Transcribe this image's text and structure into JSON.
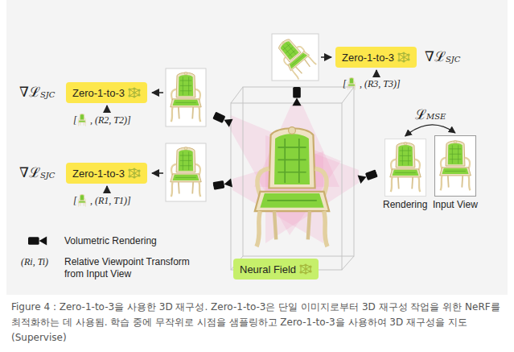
{
  "diagram": {
    "caption": "Figure 4 : Zero-1-to-3을 사용한 3D 재구성. Zero-1-to-3은 단일 이미지로부터 3D 재구성 작업을 위한 NeRF를 최적화하는 데 사용됨. 학습 중에 무작위로 시점을 샘플링하고 Zero-1-to-3을 사용하여 3D 재구성을 지도(Supervise)",
    "nodes": [
      {
        "text": [
          "Zero-1-to-3"
        ]
      },
      {
        "text": [
          "Zero-1-to-3"
        ]
      },
      {
        "text": [
          "Zero-1-to-3"
        ]
      },
      {
        "text": [
          "Rendering"
        ]
      },
      {
        "text": [
          "Input View"
        ]
      },
      {
        "text": [
          "Neural Field"
        ]
      }
    ],
    "edges": [
      {
        "from": 3,
        "to": 4,
        "arrow": "both",
        "label": "ℒMSE"
      }
    ],
    "labels": [
      "∇ℒ",
      "SJC",
      "[",
      ", (R3, T3)]",
      "∇ℒ",
      "SJC",
      "[",
      ", (R2, T2)]",
      "∇ℒ",
      "SJC",
      "[",
      ", (R1, T1)]",
      "(Ri, Ti)"
    ],
    "legend": [
      {
        "text": "Volumetric Rendering"
      },
      {
        "text": "Relative Viewpoint Transform from Input View"
      }
    ]
  }
}
